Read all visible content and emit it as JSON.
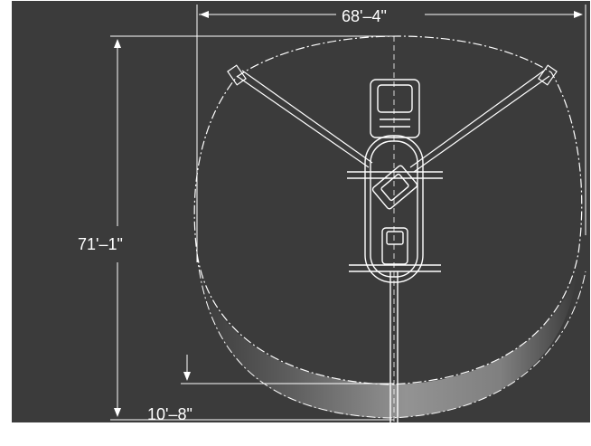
{
  "dimensions": {
    "overall_width": "68'–4\"",
    "overall_length": "71'–1\"",
    "offset": "10'–8\""
  },
  "colors": {
    "background": "#3b3b3b",
    "linework": "#ffffff",
    "border": "#ffffff"
  },
  "icons": {
    "machine": "combine-harvester-plan-view-icon"
  }
}
